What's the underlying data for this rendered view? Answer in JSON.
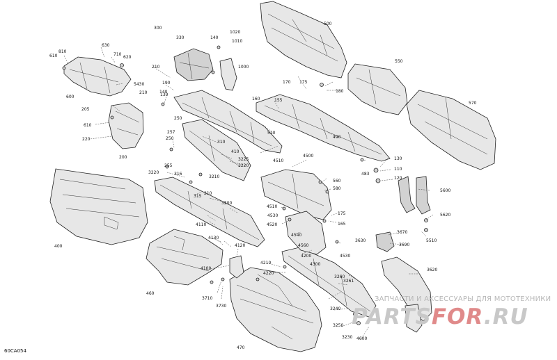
{
  "figure_id": "60CA054",
  "watermark": {
    "caption": "ЗАПЧАСТИ И АКСЕССУАРЫ ДЛЯ МОТОТЕХНИКИ",
    "logo_a": "PARTS",
    "logo_b": "FOR",
    "logo_c": ".RU"
  },
  "callouts": [
    "300",
    "330",
    "140",
    "1020",
    "1010",
    "1000",
    "630",
    "610",
    "810",
    "710",
    "620",
    "210",
    "190",
    "130",
    "140",
    "600",
    "5430",
    "210",
    "205",
    "250",
    "610",
    "220",
    "200",
    "257",
    "250",
    "255",
    "310",
    "410",
    "3225",
    "3220",
    "3210",
    "3220",
    "316",
    "315",
    "210",
    "3200",
    "400",
    "4110",
    "4130",
    "4120",
    "4100",
    "3710",
    "3730",
    "460",
    "470",
    "500",
    "550",
    "570",
    "170",
    "175",
    "180",
    "160",
    "155",
    "510",
    "490",
    "4510",
    "4500",
    "560",
    "580",
    "483",
    "130",
    "110",
    "120",
    "5600",
    "5620",
    "5510",
    "4510",
    "4530",
    "4520",
    "4540",
    "175",
    "165",
    "4200",
    "4530",
    "3630",
    "3670",
    "3690",
    "3620",
    "4210",
    "4220",
    "3261",
    "3260",
    "3240",
    "3250",
    "3230",
    "4600",
    "4560",
    "4300"
  ]
}
